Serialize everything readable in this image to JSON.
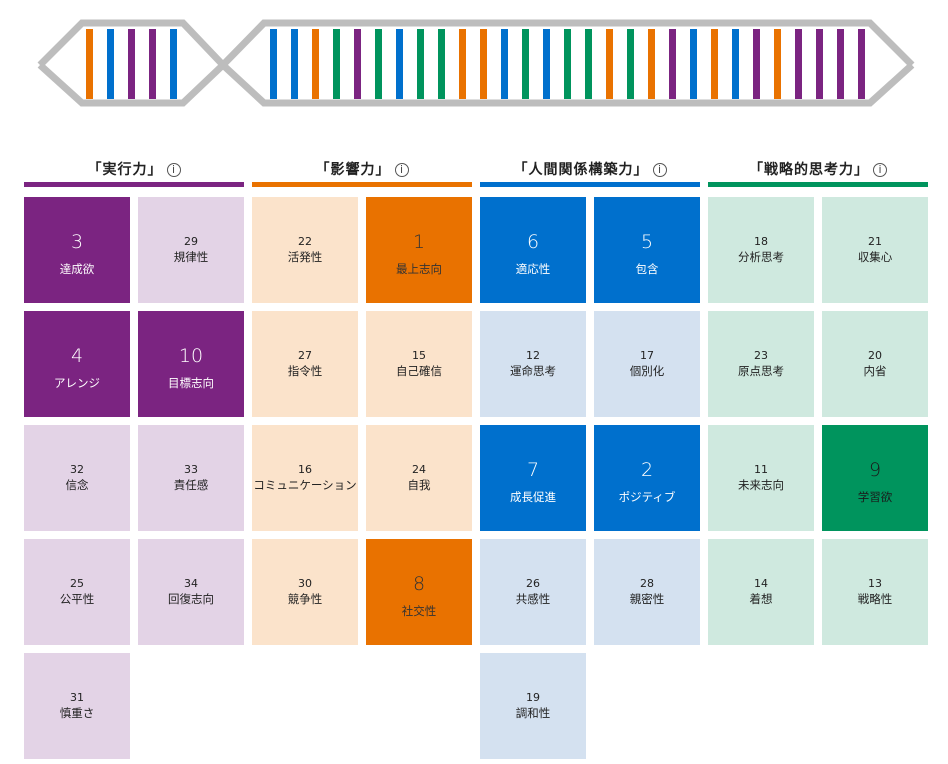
{
  "colors": {
    "executing": {
      "dark": "#7b2481",
      "light": "#e3d3e6",
      "text_dark": "#ffffff"
    },
    "influencing": {
      "dark": "#e97200",
      "light": "#fbe3cb",
      "text_dark": "#333333"
    },
    "relationship": {
      "dark": "#0070cd",
      "light": "#d4e1f0",
      "text_dark": "#ffffff"
    },
    "strategic": {
      "dark": "#00945d",
      "light": "#cfe9df",
      "text_dark": "#1a1a1a"
    },
    "helix": "#bdbdbd"
  },
  "top_highlight_count": 10,
  "info_icon": "①",
  "domains": [
    {
      "key": "executing",
      "title": "「実行力」",
      "strengths": [
        {
          "rank": 3,
          "name": "達成欲"
        },
        {
          "rank": 29,
          "name": "規律性"
        },
        {
          "rank": 4,
          "name": "アレンジ"
        },
        {
          "rank": 10,
          "name": "目標志向"
        },
        {
          "rank": 32,
          "name": "信念"
        },
        {
          "rank": 33,
          "name": "責任感"
        },
        {
          "rank": 25,
          "name": "公平性"
        },
        {
          "rank": 34,
          "name": "回復志向"
        },
        {
          "rank": 31,
          "name": "慎重さ"
        }
      ]
    },
    {
      "key": "influencing",
      "title": "「影響力」",
      "strengths": [
        {
          "rank": 22,
          "name": "活発性"
        },
        {
          "rank": 1,
          "name": "最上志向"
        },
        {
          "rank": 27,
          "name": "指令性"
        },
        {
          "rank": 15,
          "name": "自己確信"
        },
        {
          "rank": 16,
          "name": "コミュニケーション"
        },
        {
          "rank": 24,
          "name": "自我"
        },
        {
          "rank": 30,
          "name": "競争性"
        },
        {
          "rank": 8,
          "name": "社交性"
        }
      ]
    },
    {
      "key": "relationship",
      "title": "「人間関係構築力」",
      "strengths": [
        {
          "rank": 6,
          "name": "適応性"
        },
        {
          "rank": 5,
          "name": "包含"
        },
        {
          "rank": 12,
          "name": "運命思考"
        },
        {
          "rank": 17,
          "name": "個別化"
        },
        {
          "rank": 7,
          "name": "成長促進"
        },
        {
          "rank": 2,
          "name": "ポジティブ"
        },
        {
          "rank": 26,
          "name": "共感性"
        },
        {
          "rank": 28,
          "name": "親密性"
        },
        {
          "rank": 19,
          "name": "調和性"
        }
      ]
    },
    {
      "key": "strategic",
      "title": "「戦略的思考力」",
      "strengths": [
        {
          "rank": 18,
          "name": "分析思考"
        },
        {
          "rank": 21,
          "name": "収集心"
        },
        {
          "rank": 23,
          "name": "原点思考"
        },
        {
          "rank": 20,
          "name": "内省"
        },
        {
          "rank": 11,
          "name": "未来志向"
        },
        {
          "rank": 9,
          "name": "学習欲"
        },
        {
          "rank": 14,
          "name": "着想"
        },
        {
          "rank": 13,
          "name": "戦略性"
        }
      ]
    }
  ]
}
